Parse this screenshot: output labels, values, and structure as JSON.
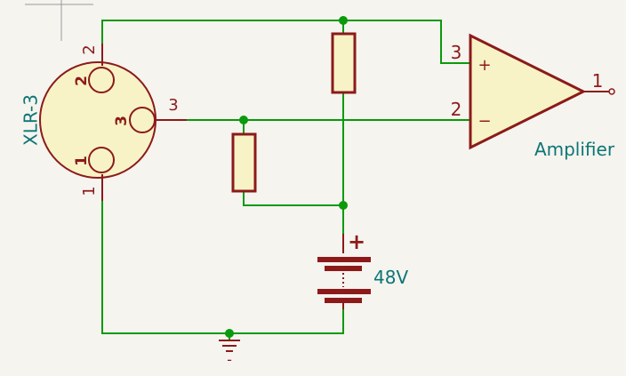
{
  "colors": {
    "background": "#f5f4ef",
    "wire": "#0a9a0a",
    "junction": "#0a9a0a",
    "component": "#8c1a1a",
    "component_fill": "#f7f3c6",
    "pin_number": "#8c1a1a",
    "reference_text": "#0d7575",
    "ground": "#8c1a1a"
  },
  "components": {
    "connector": {
      "reference": "XLR-3",
      "pins": {
        "p1": "1",
        "p2": "2",
        "p3": "3"
      }
    },
    "amplifier": {
      "reference": "Amplifier",
      "noninverting_pin": "3",
      "inverting_pin": "2",
      "output_pin": "1",
      "plus_sign": "+",
      "minus_sign": "−"
    },
    "battery": {
      "value": "48V",
      "plus_sign": "+"
    },
    "resistor_top": {},
    "resistor_left": {},
    "ground": {
      "label": "-"
    }
  }
}
